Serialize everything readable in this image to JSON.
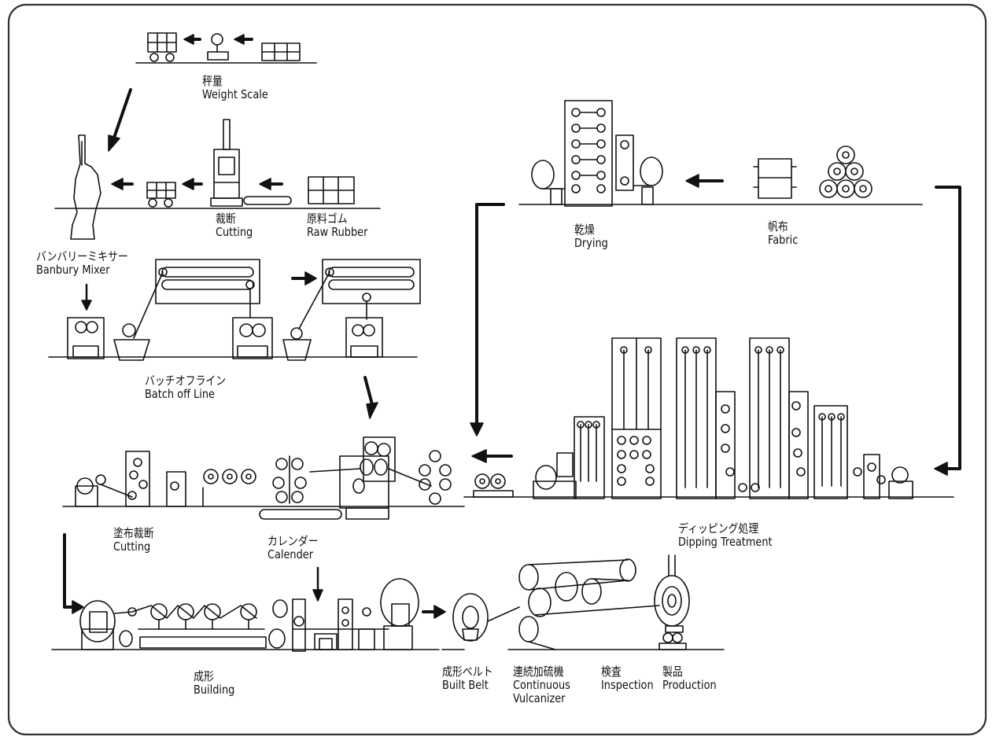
{
  "steps": {
    "weight_scale": {
      "ja": "秤量",
      "en": "Weight Scale"
    },
    "cutting_raw": {
      "ja": "裁断",
      "en": "Cutting"
    },
    "raw_rubber": {
      "ja": "原料ゴム",
      "en": "Raw Rubber"
    },
    "banbury_mixer": {
      "ja": "バンバリーミキサー",
      "en": "Banbury Mixer"
    },
    "batch_off_line": {
      "ja": "バッチオフライン",
      "en": "Batch off Line"
    },
    "drying": {
      "ja": "乾燥",
      "en": "Drying"
    },
    "fabric": {
      "ja": "帆布",
      "en": "Fabric"
    },
    "dipping_treatment": {
      "ja": "ディッピング処理",
      "en": "Dipping Treatment"
    },
    "coating_cutting": {
      "ja": "塗布裁断",
      "en": "Cutting"
    },
    "calender": {
      "ja": "カレンダー",
      "en": "Calender"
    },
    "building": {
      "ja": "成形",
      "en": "Building"
    },
    "built_belt": {
      "ja": "成形ベルト",
      "en": "Built Belt"
    },
    "continuous_vulcanizer": {
      "ja": "連続加硫機",
      "en": "Continuous",
      "en2": "Vulcanizer"
    },
    "inspection": {
      "ja": "検査",
      "en": "Inspection"
    },
    "production": {
      "ja": "製品",
      "en": "Production"
    }
  },
  "colors": {
    "ink": "#111111",
    "border": "#333333",
    "background": "#ffffff"
  }
}
